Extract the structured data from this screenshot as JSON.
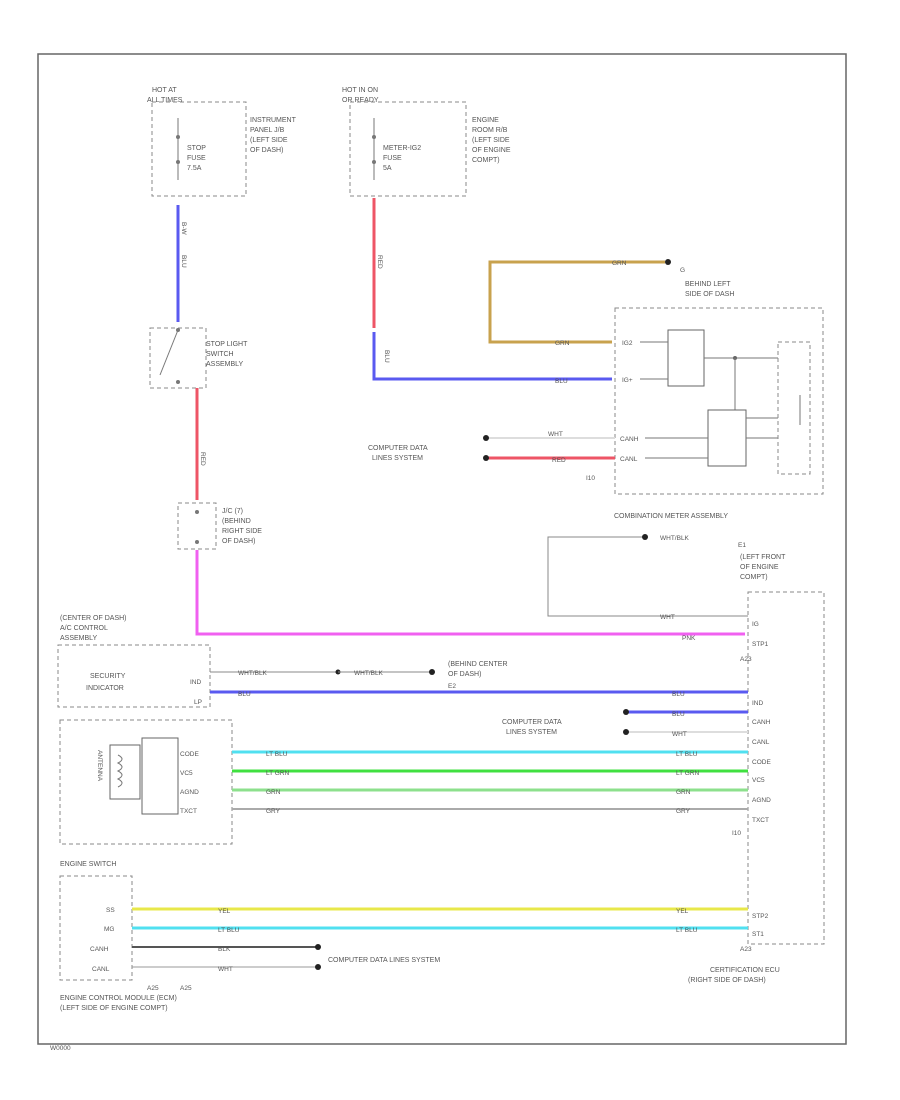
{
  "footer_code": "W0000",
  "components": {
    "hot_at_all_times": [
      "HOT AT",
      "ALL TIMES"
    ],
    "stop_fuse": [
      "STOP",
      "FUSE",
      "7.5A"
    ],
    "panel_jb": [
      "INSTRUMENT",
      "PANEL J/B",
      "(LEFT SIDE",
      "OF DASH)"
    ],
    "hot_in_on": [
      "HOT IN ON",
      "OR READY"
    ],
    "meter_fuse": [
      "METER-IG2",
      "FUSE",
      "5A"
    ],
    "room_rb": [
      "ENGINE",
      "ROOM R/B",
      "(LEFT SIDE",
      "OF ENGINE",
      "COMPT)"
    ],
    "stop_switch": [
      "STOP LIGHT",
      "SWITCH",
      "ASSEMBLY"
    ],
    "j_c": [
      "J/C (7)",
      "(BEHIND",
      "RIGHT SIDE",
      "OF DASH)"
    ],
    "ground_behind_left": [
      "BEHIND LEFT",
      "SIDE OF DASH"
    ],
    "meter_pins": [
      "IG2",
      "IG+",
      "CANH",
      "CANL"
    ],
    "meter_conn": "I10",
    "meter_name": "COMBINATION METER ASSEMBLY",
    "cert_location": [
      "(LEFT FRONT",
      "OF ENGINE",
      "COMPT)"
    ],
    "ac_control": [
      "(CENTER OF DASH)",
      "A/C CONTROL",
      "ASSEMBLY"
    ],
    "security": [
      "SECURITY",
      "INDICATOR"
    ],
    "security_pins": [
      "IND",
      "LP"
    ],
    "ground_center": [
      "(BEHIND CENTER",
      "OF DASH)"
    ],
    "antenna": "ANTENNA",
    "antenna_pins": [
      "CODE",
      "VC5",
      "AGND",
      "TXCT"
    ],
    "engine_switch": "ENGINE SWITCH",
    "es_pins": [
      "SS",
      "MG",
      "CANH",
      "CANL"
    ],
    "ecm": [
      "ENGINE CONTROL MODULE (ECM)",
      "(LEFT SIDE OF ENGINE COMPT)"
    ],
    "ecm_conns": [
      "A25",
      "A25"
    ],
    "cert_pins": [
      "IG",
      "STP1",
      "IND",
      "CANH",
      "CANL",
      "CODE",
      "VC5",
      "AGND",
      "TXCT",
      "STP2",
      "ST1"
    ],
    "cert_conns": [
      "A23",
      "I10",
      "A23"
    ],
    "cert_name": [
      "CERTIFICATION ECU",
      "(RIGHT SIDE OF DASH)"
    ],
    "comp_data": [
      "COMPUTER DATA",
      "LINES SYSTEM"
    ],
    "comp_data_inline": "COMPUTER DATA LINES SYSTEM",
    "g_markers": [
      "G",
      "E1",
      "E2"
    ]
  },
  "wires": {
    "blu": "BLU",
    "red": "RED",
    "grn": "GRN",
    "yel": "YEL",
    "wht": "WHT",
    "wht_blk": "WHT/BLK",
    "ltblu": "LT BLU",
    "ltgrn": "LT GRN",
    "gry": "GRY",
    "blk": "BLK",
    "pnk": "PNK",
    "bw": "B-W"
  },
  "colors": {
    "blu": "#5a5af0",
    "red": "#ee5566",
    "tan": "#c8a24e",
    "pink": "#f060f0",
    "ltblu": "#50e0f0",
    "ltgrn": "#40e040",
    "grn": "#8de08d",
    "gry": "#aaaaaa",
    "yel": "#e8e84a",
    "wht": "#dddddd"
  }
}
